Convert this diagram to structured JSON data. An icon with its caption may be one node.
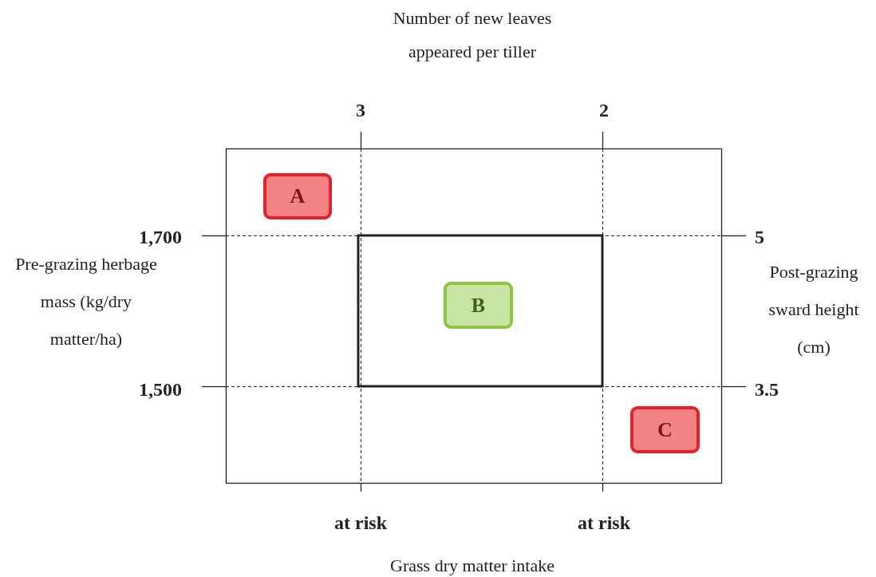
{
  "diagram": {
    "title": "Number of new leaves appeared per tiller",
    "nodes": [
      {
        "text": [
          "A"
        ]
      },
      {
        "text": [
          "B"
        ]
      },
      {
        "text": [
          "C"
        ]
      }
    ],
    "labels": [
      "3",
      "2",
      "1,700",
      "5",
      "Pre-grazing herbage mass (kg/dry matter/ha)",
      "Post-grazing sward height (cm)",
      "1,500",
      "3.5",
      "at risk",
      "at risk",
      "Grass dry matter intake"
    ]
  }
}
